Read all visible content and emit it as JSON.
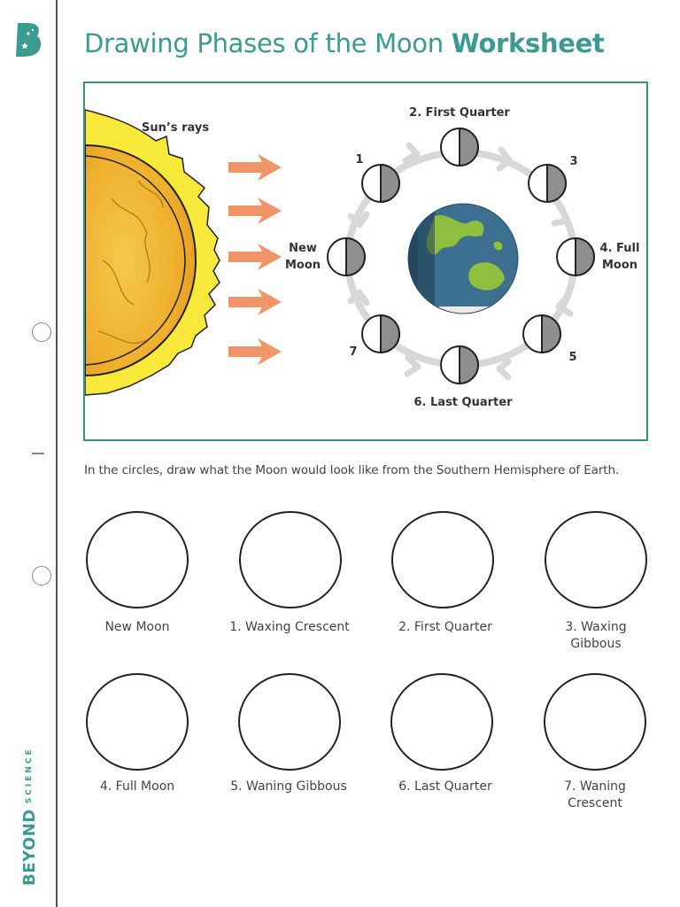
{
  "header": {
    "title_main": "Drawing Phases of the Moon ",
    "title_bold": "Worksheet"
  },
  "brand": {
    "name": "BEYOND",
    "sub": "SCIENCE"
  },
  "diagram": {
    "sun_label": "Sun’s rays",
    "labels": {
      "first_quarter": "2. First Quarter",
      "one": "1",
      "three": "3",
      "new_moon_line1": "New",
      "new_moon_line2": "Moon",
      "full_moon_line1": "4. Full",
      "full_moon_line2": "Moon",
      "seven": "7",
      "five": "5",
      "last_quarter": "6. Last Quarter"
    }
  },
  "instruction": "In the circles, draw what the Moon would look like from the Southern Hemisphere of Earth.",
  "phases": [
    {
      "line1": "New Moon",
      "line2": ""
    },
    {
      "line1": "1. Waxing Crescent",
      "line2": ""
    },
    {
      "line1": "2. First Quarter",
      "line2": ""
    },
    {
      "line1": "3. Waxing",
      "line2": "Gibbous"
    },
    {
      "line1": "4. Full Moon",
      "line2": ""
    },
    {
      "line1": "5. Waning Gibbous",
      "line2": ""
    },
    {
      "line1": "6. Last Quarter",
      "line2": ""
    },
    {
      "line1": "7. Waning",
      "line2": "Crescent"
    }
  ],
  "colors": {
    "accent": "#3a9b8e",
    "arrow": "#f0956a",
    "sun_outer": "#f7e83a",
    "sun_inner": "#f0b530",
    "moon_dark": "#8f8f8f",
    "orbit": "#d8d8d8",
    "ocean": "#3d6f91",
    "land": "#8fbf3f"
  }
}
